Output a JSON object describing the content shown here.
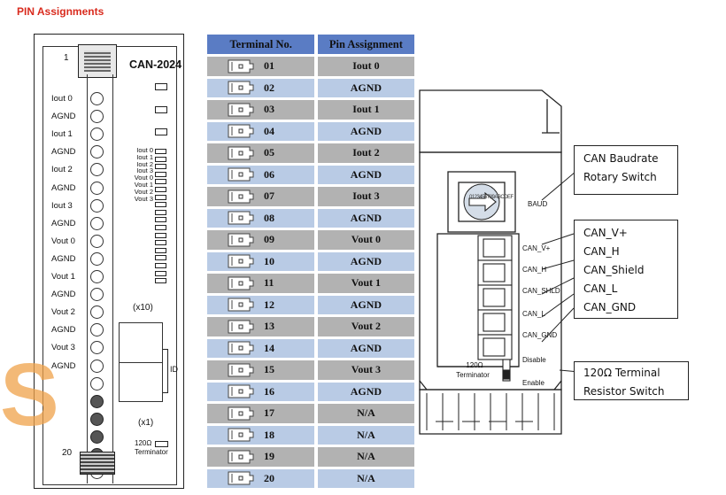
{
  "heading": "PIN Assignments",
  "module": {
    "model": "CAN-2024",
    "top_number": "1",
    "bottom_number": "20",
    "terminal_labels": [
      "Iout 0",
      "AGND",
      "Iout 1",
      "AGND",
      "Iout 2",
      "AGND",
      "Iout 3",
      "AGND",
      "Vout 0",
      "AGND",
      "Vout 1",
      "AGND",
      "Vout 2",
      "AGND",
      "Vout 3",
      "AGND"
    ],
    "led_labels": [
      "Iout 0",
      "Iout 1",
      "Iout 2",
      "Iout 3",
      "Vout 0",
      "Vout 1",
      "Vout 2",
      "Vout 3"
    ],
    "x10_label": "(x10)",
    "x1_label": "(x1)",
    "id_label": "ID",
    "terminator_line1": "120Ω",
    "terminator_line2": "Terminator",
    "watermark": "S"
  },
  "table": {
    "headers": [
      "Terminal No.",
      "Pin Assignment"
    ],
    "rows": [
      {
        "no": "01",
        "pin": "Iout 0"
      },
      {
        "no": "02",
        "pin": "AGND"
      },
      {
        "no": "03",
        "pin": "Iout 1"
      },
      {
        "no": "04",
        "pin": "AGND"
      },
      {
        "no": "05",
        "pin": "Iout 2"
      },
      {
        "no": "06",
        "pin": "AGND"
      },
      {
        "no": "07",
        "pin": "Iout 3"
      },
      {
        "no": "08",
        "pin": "AGND"
      },
      {
        "no": "09",
        "pin": "Vout 0"
      },
      {
        "no": "10",
        "pin": "AGND"
      },
      {
        "no": "11",
        "pin": "Vout 1"
      },
      {
        "no": "12",
        "pin": "AGND"
      },
      {
        "no": "13",
        "pin": "Vout 2"
      },
      {
        "no": "14",
        "pin": "AGND"
      },
      {
        "no": "15",
        "pin": "Vout 3"
      },
      {
        "no": "16",
        "pin": "AGND"
      },
      {
        "no": "17",
        "pin": "N/A"
      },
      {
        "no": "18",
        "pin": "N/A"
      },
      {
        "no": "19",
        "pin": "N/A"
      },
      {
        "no": "20",
        "pin": "N/A"
      }
    ]
  },
  "device": {
    "baud_label": "BAUD",
    "rotary_digits": "0123456789ABCDEF",
    "port_labels": [
      "CAN_V+",
      "CAN_H",
      "CAN_SHLD",
      "CAN_L",
      "CAN_GND"
    ],
    "disable_label": "Disable",
    "enable_label": "Enable",
    "terminator_line1": "120Ω",
    "terminator_line2": "Terminator",
    "callout_baud": [
      "CAN Baudrate",
      "Rotary Switch"
    ],
    "callout_signals": [
      "CAN_V+",
      "CAN_H",
      "CAN_Shield",
      "CAN_L",
      "CAN_GND"
    ],
    "callout_terminal": [
      "120Ω  Terminal",
      "Resistor Switch"
    ]
  },
  "colors": {
    "heading": "#d92b1e",
    "table_header": "#5a7cc4",
    "row_gray": "#b2b2b2",
    "row_blue": "#b9cbe5",
    "watermark": "#f0a24a"
  }
}
